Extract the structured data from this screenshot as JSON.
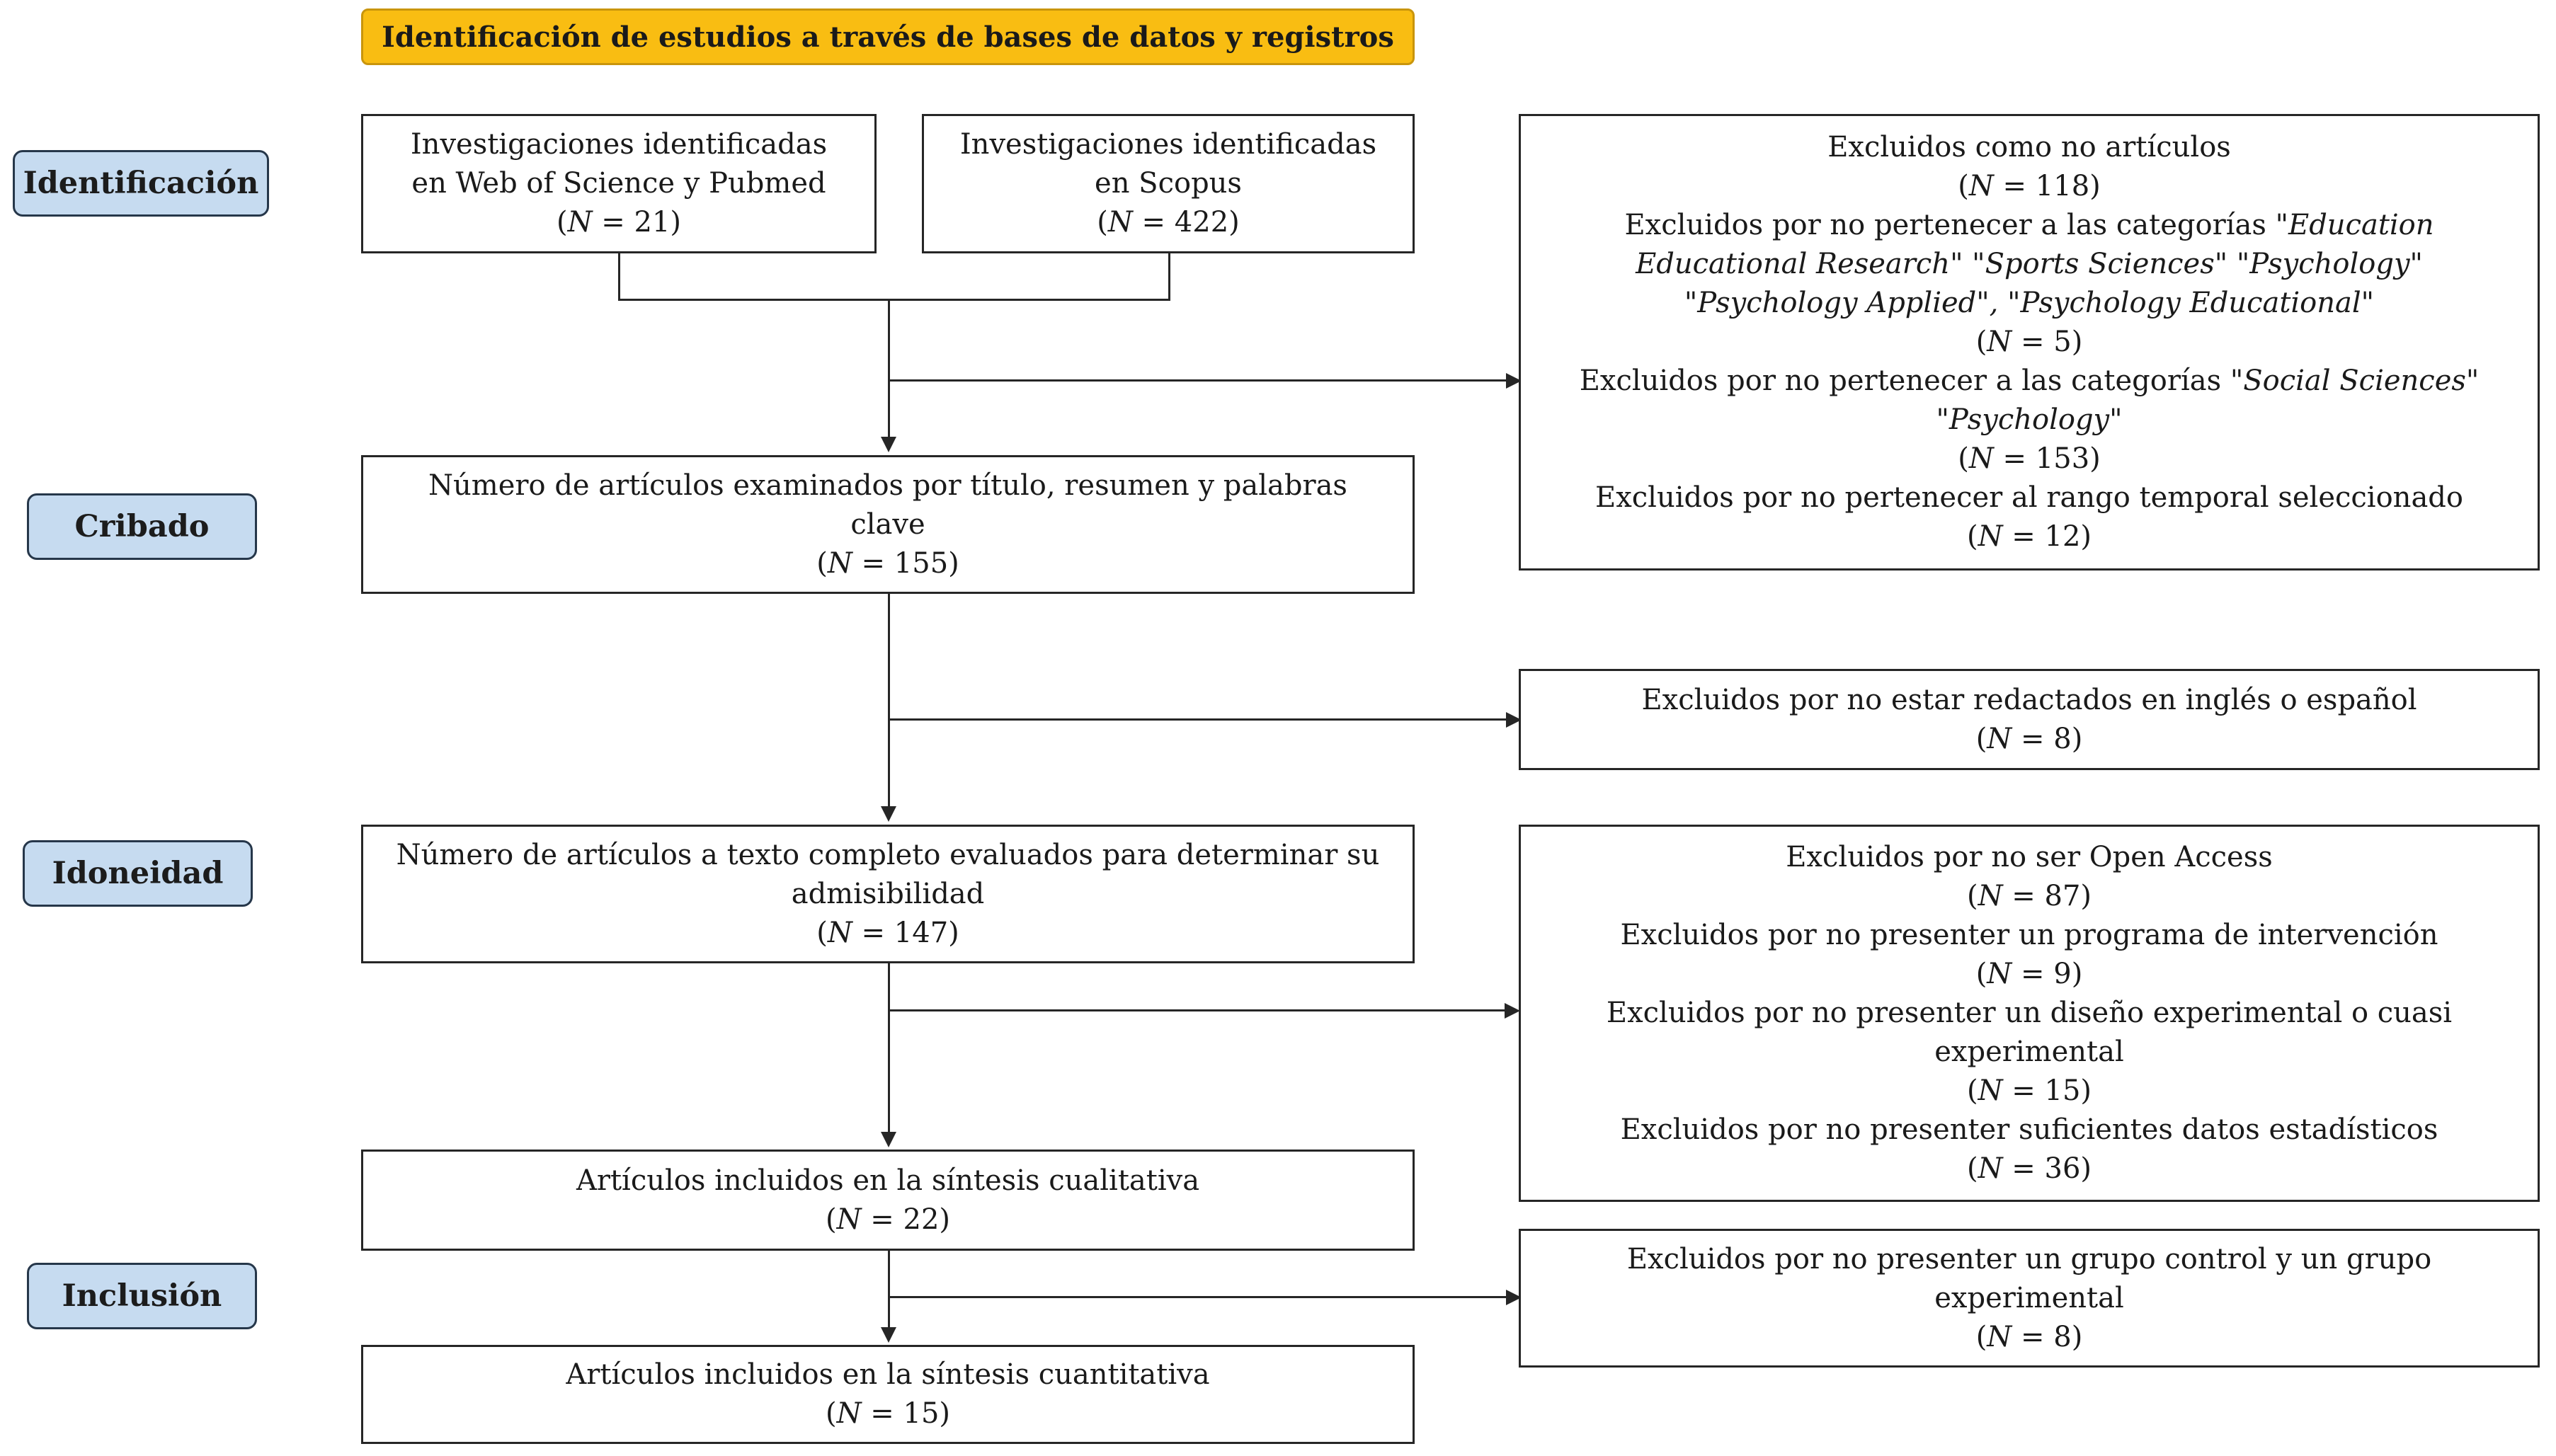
{
  "header": "Identificación de estudios a través de bases de datos y registros",
  "stages": {
    "identificacion": "Identificación",
    "cribado": "Cribado",
    "idoneidad": "Idoneidad",
    "inclusion": "Inclusión"
  },
  "boxes": {
    "wos": {
      "line1": "Investigaciones identificadas",
      "line2": "en Web of Science y Pubmed",
      "n_var": "N",
      "n_rest": " = 21)"
    },
    "scopus": {
      "line1": "Investigaciones identificadas",
      "line2": "en Scopus",
      "n_var": "N",
      "n_rest": " = 422)"
    },
    "cribado": {
      "line1": "Número de artículos examinados por título, resumen y palabras",
      "line2": "clave",
      "n_var": "N",
      "n_rest": " = 155)"
    },
    "idoneidad": {
      "line1": "Número de artículos a texto completo evaluados para determinar su",
      "line2": "admisibilidad",
      "n_var": "N",
      "n_rest": " = 147)"
    },
    "cualitativa": {
      "line1": "Artículos incluidos en la síntesis cualitativa",
      "n_var": "N",
      "n_rest": " = 22)"
    },
    "cuantitativa": {
      "line1": "Artículos incluidos en la síntesis cuantitativa",
      "n_var": "N",
      "n_rest": " = 15)"
    }
  },
  "exclusions": {
    "identificacion": {
      "e1": {
        "text": "Excluidos como no artículos",
        "n_var": "N",
        "n_rest": " = 118)"
      },
      "e2": {
        "prefix": "Excluidos por no pertenecer a las categorías \"",
        "cat1": "Education",
        "cat2": "Educational Research\" \"Sports Sciences\" \"Psychology\"",
        "cat3": "\"Psychology Applied\", \"Psychology Educational\"",
        "n_var": "N",
        "n_rest": " = 5)"
      },
      "e3": {
        "prefix": "Excluidos por no pertenecer a las categorías \"",
        "cat1": "Social Sciences\"",
        "cat2": "\"Psychology\"",
        "n_var": "N",
        "n_rest": " = 153)"
      },
      "e4": {
        "text": "Excluidos por no pertenecer al rango temporal seleccionado",
        "n_var": "N",
        "n_rest": " = 12)"
      }
    },
    "cribado": {
      "e1": {
        "text": "Excluidos por no estar redactados en inglés o español",
        "n_var": "N",
        "n_rest": " = 8)"
      }
    },
    "idoneidad": {
      "e1": {
        "text": "Excluidos por no ser Open Access",
        "n_var": "N",
        "n_rest": " = 87)"
      },
      "e2": {
        "text": "Excluidos por no presenter un programa de intervención",
        "n_var": "N",
        "n_rest": " = 9)"
      },
      "e3": {
        "line1": "Excluidos por no presenter un diseño experimental o cuasi",
        "line2": "experimental",
        "n_var": "N",
        "n_rest": " = 15)"
      },
      "e4": {
        "text": "Excluidos por no presenter suficientes datos estadísticos",
        "n_var": "N",
        "n_rest": " = 36)"
      }
    },
    "inclusion": {
      "e1": {
        "line1": "Excluidos por no presenter un grupo control y un grupo",
        "line2": "experimental",
        "n_var": "N",
        "n_rest": " = 8)"
      }
    }
  }
}
